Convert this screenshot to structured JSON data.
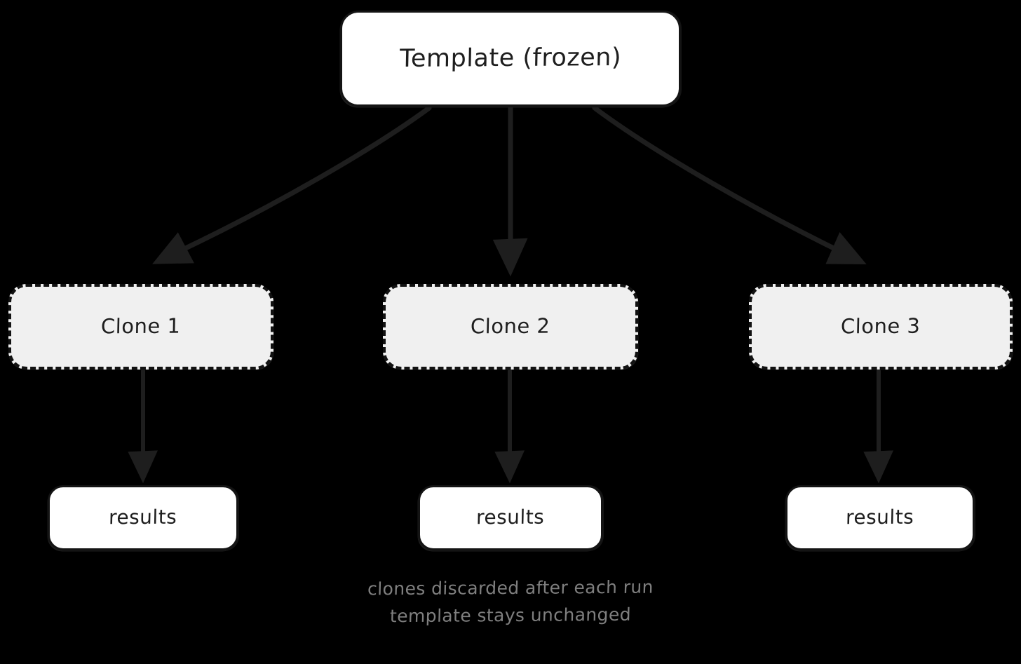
{
  "diagram": {
    "title_node": {
      "id": "template",
      "label": "Template (frozen)",
      "style": "solid-white-box"
    },
    "clones": [
      {
        "id": "clone-1",
        "label": "Clone 1",
        "style": "dashed-grey-box"
      },
      {
        "id": "clone-2",
        "label": "Clone 2",
        "style": "dashed-grey-box"
      },
      {
        "id": "clone-3",
        "label": "Clone 3",
        "style": "dashed-grey-box"
      }
    ],
    "results": [
      {
        "id": "result-1",
        "label": "results",
        "style": "solid-white-box"
      },
      {
        "id": "result-2",
        "label": "results",
        "style": "solid-white-box"
      },
      {
        "id": "result-3",
        "label": "results",
        "style": "solid-white-box"
      }
    ],
    "caption": {
      "line1": "clones discarded after each run",
      "line2": "template stays unchanged"
    },
    "edges": [
      {
        "from": "template",
        "to": "clone-1",
        "kind": "arrow"
      },
      {
        "from": "template",
        "to": "clone-2",
        "kind": "arrow"
      },
      {
        "from": "template",
        "to": "clone-3",
        "kind": "arrow"
      },
      {
        "from": "clone-1",
        "to": "result-1",
        "kind": "arrow"
      },
      {
        "from": "clone-2",
        "to": "result-2",
        "kind": "arrow"
      },
      {
        "from": "clone-3",
        "to": "result-3",
        "kind": "arrow"
      }
    ],
    "colors": {
      "background": "#000000",
      "stroke": "#1e1e1e",
      "box_fill_solid": "#ffffff",
      "box_fill_dashed": "#f0f0f0",
      "text": "#1e1e1e",
      "caption_text": "#7f7f7f"
    }
  }
}
